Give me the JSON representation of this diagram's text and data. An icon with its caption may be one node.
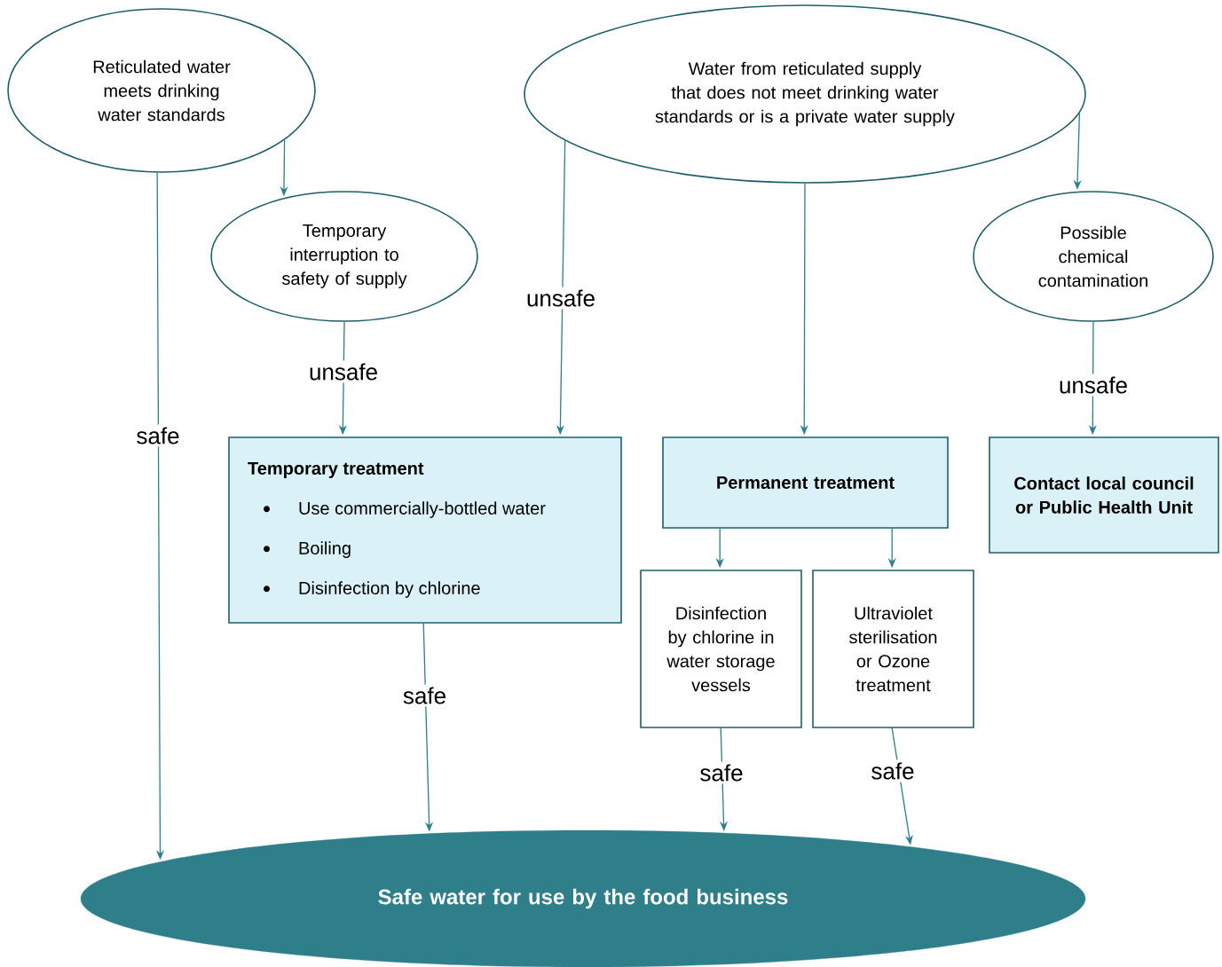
{
  "diagram": {
    "nodes": [
      {
        "text": [
          "Reticulated water meets drinking water standards"
        ]
      },
      {
        "text": [
          "Temporary interruption to safety of supply"
        ]
      },
      {
        "text": [
          "Water from reticulated supply that does not meet drinking water standards or is a private water supply"
        ]
      },
      {
        "text": [
          "Possible chemical contamination"
        ]
      },
      {
        "text": [
          "Temporary treatment",
          "Use commercially-bottled water",
          "Boiling",
          "Disinfection by chlorine"
        ]
      },
      {
        "text": [
          "Permanent treatment"
        ]
      },
      {
        "text": [
          "Contact local council or Public Health Unit"
        ]
      },
      {
        "text": [
          "Disinfection by chlorine in water storage vessels"
        ]
      },
      {
        "text": [
          "Ultraviolet sterilisation or Ozone treatment"
        ]
      },
      {
        "text": [
          "Safe water for use by the food business"
        ]
      }
    ],
    "edges": [
      {
        "from": 0,
        "to": 9,
        "arrow": "to",
        "label": "safe"
      },
      {
        "from": 0,
        "to": 1,
        "arrow": "to"
      },
      {
        "from": 1,
        "to": 4,
        "arrow": "to",
        "label": "unsafe"
      },
      {
        "from": 2,
        "to": 4,
        "arrow": "to",
        "label": "unsafe"
      },
      {
        "from": 2,
        "to": 5,
        "arrow": "to"
      },
      {
        "from": 2,
        "to": 3,
        "arrow": "to"
      },
      {
        "from": 3,
        "to": 6,
        "arrow": "to",
        "label": "unsafe"
      },
      {
        "from": 5,
        "to": 7,
        "arrow": "to"
      },
      {
        "from": 5,
        "to": 8,
        "arrow": "to"
      },
      {
        "from": 4,
        "to": 9,
        "arrow": "to",
        "label": "safe"
      },
      {
        "from": 7,
        "to": 9,
        "arrow": "to",
        "label": "safe"
      },
      {
        "from": 8,
        "to": 9,
        "arrow": "to",
        "label": "safe"
      }
    ]
  }
}
